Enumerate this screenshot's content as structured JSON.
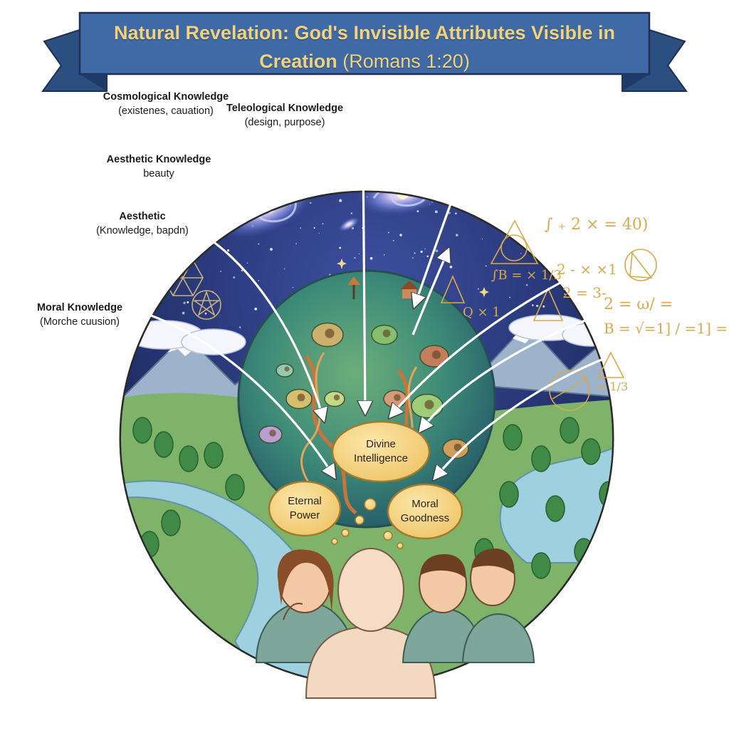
{
  "title": {
    "main": "Natural Revelation: God's Invisible Attributes Visible in Creation",
    "reference": "(Romans 1:20)"
  },
  "knowledge_labels": [
    {
      "heading": "Cosmological Knowledge",
      "sub": "(existenes, cauation)"
    },
    {
      "heading": "Teleological Knowledge",
      "sub": "(design, purpose)"
    },
    {
      "heading": "Aesthetic Knowledge",
      "sub": "beauty"
    },
    {
      "heading": "Aesthetic",
      "sub": "(Knowledge, bapdn)"
    },
    {
      "heading": "Moral Knowledge",
      "sub": "(Morche cuusion)"
    }
  ],
  "attributes": [
    {
      "line1": "Divine",
      "line2": "Intelligence"
    },
    {
      "line1": "Eternal",
      "line2": "Power"
    },
    {
      "line1": "Moral",
      "line2": "Goodness"
    }
  ],
  "formulas": [
    "∫ ₊ 2 × = 40)",
    "∫B = × 1/3",
    "2 - × ×1",
    "2 = 3-",
    "2 = ω/ =",
    "B = √=1] / =1] =",
    "=  1/3",
    "Q × 1"
  ],
  "colors": {
    "banner": "#3f6aa6",
    "banner_dark": "#2c4f82",
    "title_text": "#f2d27a",
    "sky": "#1f2f6b",
    "bubble": "#f5d27d",
    "bubble_stroke": "#a07a2e",
    "formula": "#d9a94a"
  }
}
